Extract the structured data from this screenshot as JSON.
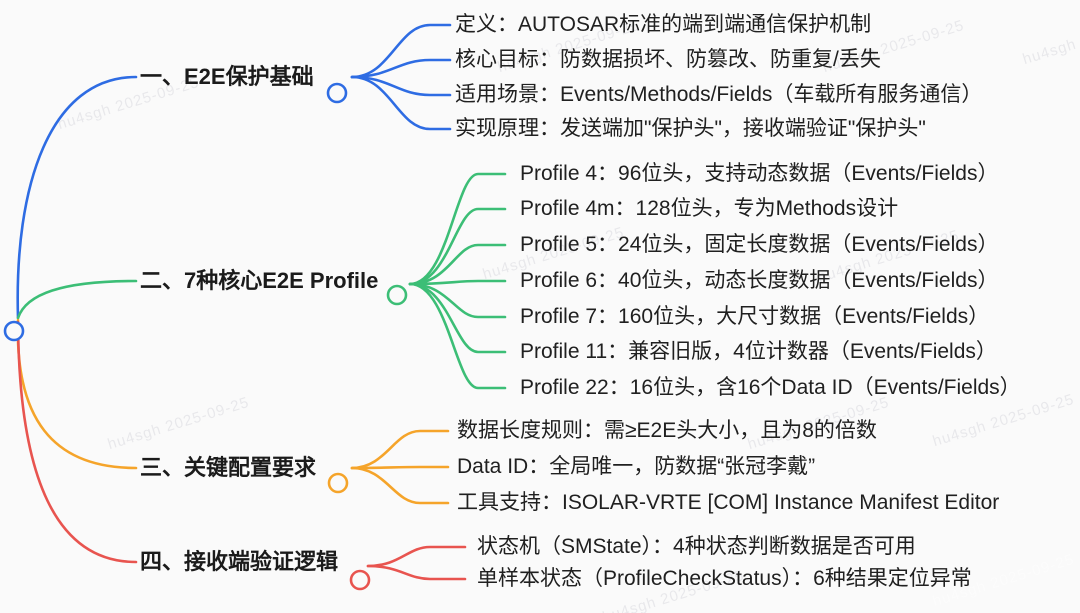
{
  "mindmap": {
    "root": {
      "color": "#2e6ce3"
    },
    "branches": [
      {
        "label": "一、E2E保护基础",
        "color": "#2e6ce3",
        "leaves": [
          "定义：AUTOSAR标准的端到端通信保护机制",
          "核心目标：防数据损坏、防篡改、防重复/丢失",
          "适用场景：Events/Methods/Fields（车载所有服务通信）",
          "实现原理：发送端加\"保护头\"，接收端验证\"保护头\""
        ]
      },
      {
        "label": "二、7种核心E2E Profile",
        "color": "#3cbe76",
        "leaves": [
          "Profile 4：96位头，支持动态数据（Events/Fields）",
          "Profile 4m：128位头，专为Methods设计",
          "Profile 5：24位头，固定长度数据（Events/Fields）",
          "Profile 6：40位头，动态长度数据（Events/Fields）",
          "Profile 7：160位头，大尺寸数据（Events/Fields）",
          "Profile 11：兼容旧版，4位计数器（Events/Fields）",
          "Profile 22：16位头，含16个Data ID（Events/Fields）"
        ]
      },
      {
        "label": "三、关键配置要求",
        "color": "#f5a42a",
        "leaves": [
          "数据长度规则：需≥E2E头大小，且为8的倍数",
          "Data ID：全局唯一，防数据“张冠李戴”",
          "工具支持：ISOLAR-VRTE [COM] Instance Manifest Editor"
        ]
      },
      {
        "label": "四、接收端验证逻辑",
        "color": "#e8544f",
        "leaves": [
          "状态机（SMState）：4种状态判断数据是否可用",
          "单样本状态（ProfileCheckStatus）：6种结果定位异常"
        ]
      }
    ]
  },
  "watermark": {
    "text": "hu4sgh 2025-09-25"
  }
}
